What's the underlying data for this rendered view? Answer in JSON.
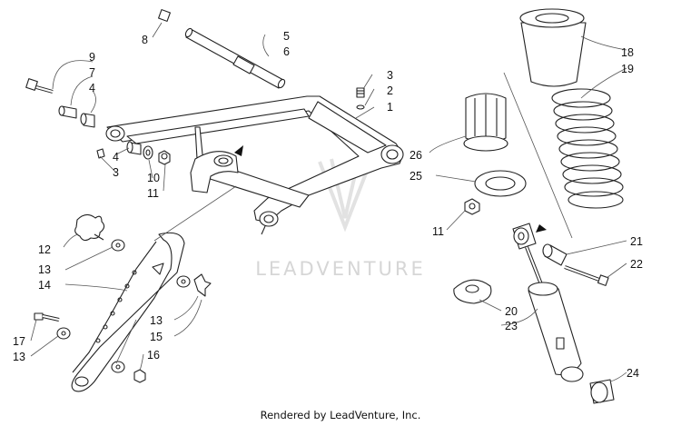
{
  "diagram": {
    "watermark_text": "LEADVENTURE",
    "credit": "Rendered by LeadVenture, Inc.",
    "callouts": [
      "8",
      "5",
      "6",
      "3",
      "2",
      "1",
      "9",
      "7",
      "4",
      "4",
      "3",
      "10",
      "11",
      "18",
      "19",
      "26",
      "25",
      "11",
      "21",
      "22",
      "12",
      "13",
      "14",
      "20",
      "23",
      "13",
      "15",
      "16",
      "17",
      "13",
      "24"
    ]
  }
}
